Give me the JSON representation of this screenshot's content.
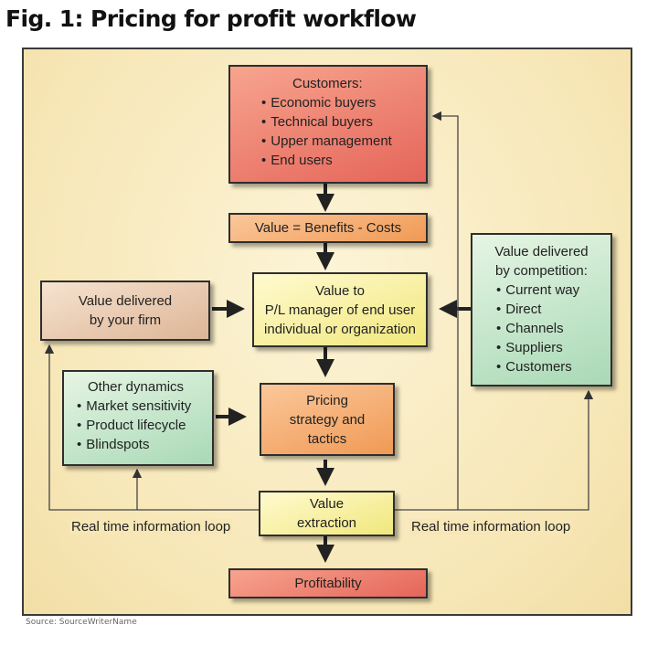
{
  "title": "Fig. 1: Pricing for profit workflow",
  "source": "Source: SourceWriterName",
  "customers": {
    "heading": "Customers:",
    "items": [
      "Economic buyers",
      "Technical buyers",
      "Upper management",
      "End users"
    ]
  },
  "value_equation": "Value = Benefits - Costs",
  "value_to": [
    "Value to",
    "P/L manager of end user",
    "individual or organization"
  ],
  "your_firm": [
    "Value delivered",
    "by your firm"
  ],
  "competition": {
    "heading": [
      "Value delivered",
      "by competition:"
    ],
    "items": [
      "Current way",
      "Direct",
      "Channels",
      "Suppliers",
      "Customers"
    ]
  },
  "other_dynamics": {
    "heading": "Other dynamics",
    "items": [
      "Market sensitivity",
      "Product lifecycle",
      "Blindspots"
    ]
  },
  "pricing": [
    "Pricing",
    "strategy and",
    "tactics"
  ],
  "extraction": [
    "Value",
    "extraction"
  ],
  "profitability": "Profitability",
  "loop_left": "Real time information loop",
  "loop_right": "Real time information loop",
  "colors": {
    "red": "#e5655a",
    "orange": "#f09a55",
    "yellow": "#f1e77c",
    "green": "#a9d9b6",
    "tan": "#ddb596",
    "frame_bg": "#f7e7b7"
  }
}
